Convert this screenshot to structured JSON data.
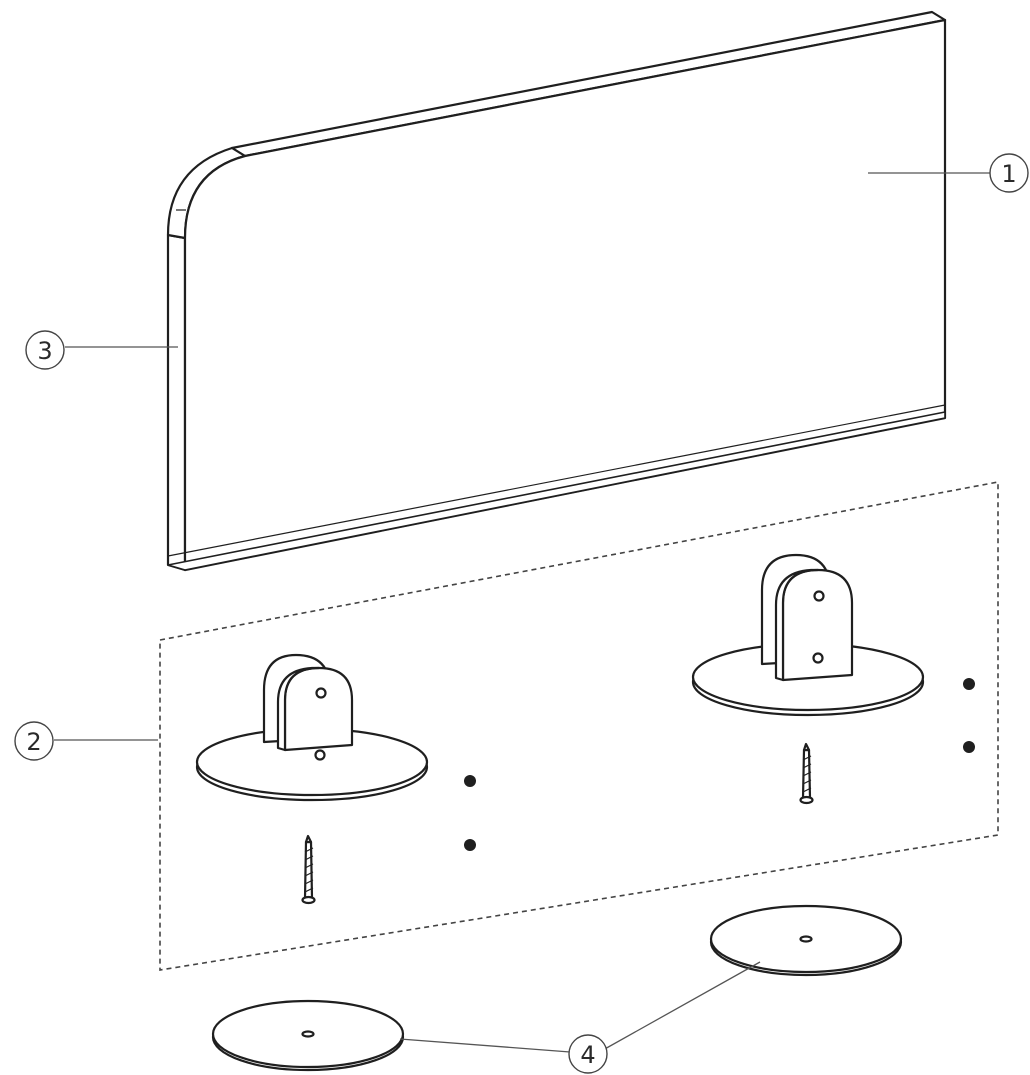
{
  "callouts": {
    "panel": "1",
    "bracket_kit": "2",
    "panel_edge": "3",
    "base_disc": "4"
  },
  "colors": {
    "line": "#1f1f1f",
    "background": "#ffffff"
  }
}
